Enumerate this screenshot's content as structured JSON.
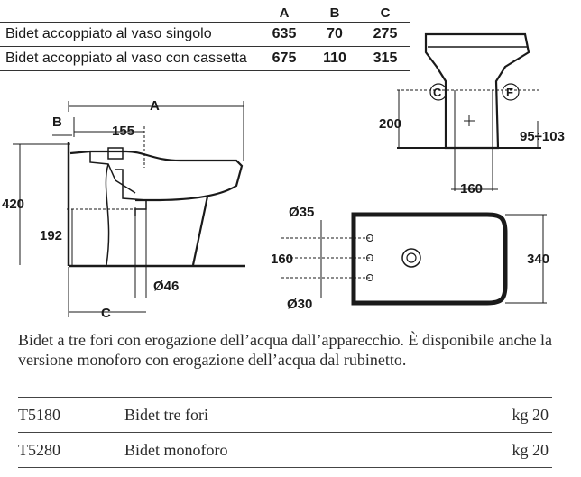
{
  "dim_table": {
    "headers": [
      "A",
      "B",
      "C"
    ],
    "rows": [
      {
        "label": "Bidet accoppiato al vaso singolo",
        "a": "635",
        "b": "70",
        "c": "275"
      },
      {
        "label": "Bidet accoppiato al vaso con cassetta",
        "a": "675",
        "b": "110",
        "c": "315"
      }
    ]
  },
  "side_view": {
    "label_a": "A",
    "label_b": "B",
    "label_155": "155",
    "label_420": "420",
    "label_192": "192",
    "label_46": "Ø46",
    "label_c": "C"
  },
  "front_view": {
    "label_c": "C",
    "label_f": "F",
    "label_200": "200",
    "label_95_103": "95÷103",
    "label_160": "160"
  },
  "top_view": {
    "label_35": "Ø35",
    "label_160": "160",
    "label_30": "Ø30",
    "label_340": "340"
  },
  "description": "Bidet a tre fori con erogazione dell’acqua dall’apparecchio. È disponibile anche la versione monoforo con erogazione dell’acqua dal rubinetto.",
  "products": [
    {
      "code": "T5180",
      "name": "Bidet tre fori",
      "weight": "kg 20"
    },
    {
      "code": "T5280",
      "name": "Bidet monoforo",
      "weight": "kg 20"
    }
  ]
}
